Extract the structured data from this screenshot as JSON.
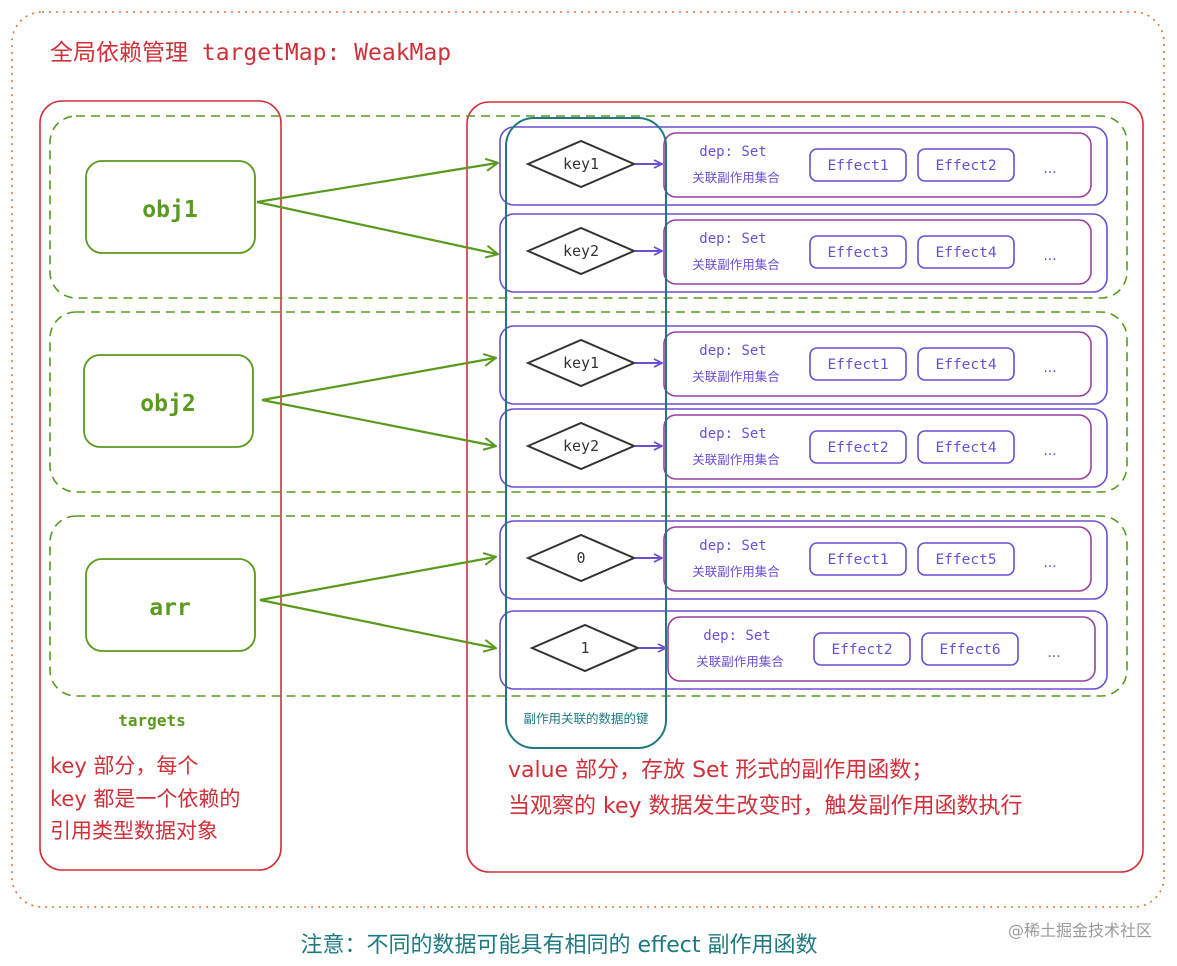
{
  "title": "全局依赖管理 targetMap: WeakMap",
  "targets": [
    {
      "label": "obj1"
    },
    {
      "label": "obj2"
    },
    {
      "label": "arr"
    }
  ],
  "targets_label": "targets",
  "key_note": [
    "key 部分，每个",
    "key 都是一个依赖的",
    "引用类型数据对象"
  ],
  "key_column_label": "副作用关联的数据的键",
  "rows": [
    {
      "key": "key1",
      "dep_label": "dep: Set",
      "dep_sub": "关联副作用集合",
      "effects": [
        "Effect1",
        "Effect2"
      ],
      "more": "..."
    },
    {
      "key": "key2",
      "dep_label": "dep: Set",
      "dep_sub": "关联副作用集合",
      "effects": [
        "Effect3",
        "Effect4"
      ],
      "more": "..."
    },
    {
      "key": "key1",
      "dep_label": "dep: Set",
      "dep_sub": "关联副作用集合",
      "effects": [
        "Effect1",
        "Effect4"
      ],
      "more": "..."
    },
    {
      "key": "key2",
      "dep_label": "dep: Set",
      "dep_sub": "关联副作用集合",
      "effects": [
        "Effect2",
        "Effect4"
      ],
      "more": "..."
    },
    {
      "key": "0",
      "dep_label": "dep: Set",
      "dep_sub": "关联副作用集合",
      "effects": [
        "Effect1",
        "Effect5"
      ],
      "more": "..."
    },
    {
      "key": "1",
      "dep_label": "dep: Set",
      "dep_sub": "关联副作用集合",
      "effects": [
        "Effect2",
        "Effect6"
      ],
      "more": "..."
    }
  ],
  "value_note": [
    "value 部分，存放 Set 形式的副作用函数；",
    "当观察的 key 数据发生改变时，触发副作用函数执行"
  ],
  "footer_note": "注意：不同的数据可能具有相同的 effect 副作用函数",
  "watermark": "@稀土掘金技术社区",
  "colors": {
    "outer": "#e2703a",
    "red": "#d0303a",
    "green": "#5a9a1e",
    "teal": "#1e7a80",
    "purple": "#6a4fd1",
    "key_border": "#333333"
  }
}
